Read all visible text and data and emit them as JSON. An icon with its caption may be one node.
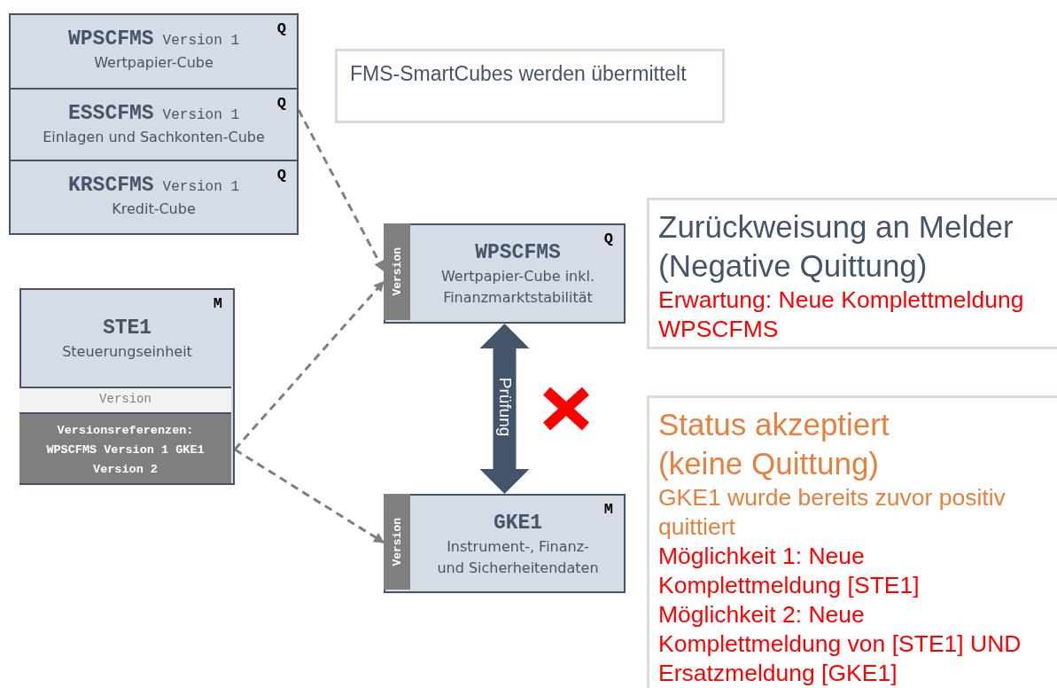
{
  "diagram": {
    "nodes": [
      {
        "text": [
          "WPSCFMS",
          "Version 1",
          "Wertpapier-Cube",
          "Q"
        ]
      },
      {
        "text": [
          "ESSCFMS",
          "Version 1",
          "Einlagen und Sachkonten-Cube",
          "Q"
        ]
      },
      {
        "text": [
          "KRSCFMS",
          "Version 1",
          "Kredit-Cube",
          "Q"
        ]
      },
      {
        "text": [
          "FMS-SmartCubes werden übermittelt"
        ]
      },
      {
        "text": [
          "STE1",
          "Steuerungseinheit",
          "M"
        ]
      },
      {
        "text": [
          "Version"
        ],
        "in": 4
      },
      {
        "text": [
          "Versionsreferenzen: WPSCFMS Version 1 GKE1 Version 2"
        ],
        "in": 4
      },
      {
        "text": [
          "WPSCFMS",
          "Wertpapier-Cube inkl. Finanzmarktstabilität",
          "Q"
        ]
      },
      {
        "text": [
          "Version"
        ],
        "in": 7
      },
      {
        "text": [
          "Zurückweisung an Melder (Negative Quittung)",
          "Erwartung: Neue Komplettmeldung WPSCFMS"
        ]
      },
      {
        "text": [
          "GKE1",
          "Instrument-, Finanz- und Sicherheitendaten",
          "M"
        ]
      },
      {
        "text": [
          "Version"
        ],
        "in": 10
      },
      {
        "text": [
          "Status akzeptiert (keine Quittung)",
          "GKE1 wurde bereits zuvor positiv quittiert",
          "Möglichkeit 1: Neue Komplettmeldung [STE1]",
          "Möglichkeit 2: Neue Komplettmeldung von [STE1] UND Ersatzmeldung [GKE1]"
        ]
      }
    ],
    "edges": [
      {
        "from": 1,
        "to": 7,
        "arrow": "to",
        "style": "dashed"
      },
      {
        "from": 6,
        "to": 7,
        "arrow": "to",
        "style": "dashed"
      },
      {
        "from": 6,
        "to": 10,
        "arrow": "to",
        "style": "dashed"
      },
      {
        "from": 7,
        "to": 10,
        "arrow": "both",
        "style": "thick",
        "color": "#44546a",
        "label": "Prüfung"
      }
    ]
  }
}
